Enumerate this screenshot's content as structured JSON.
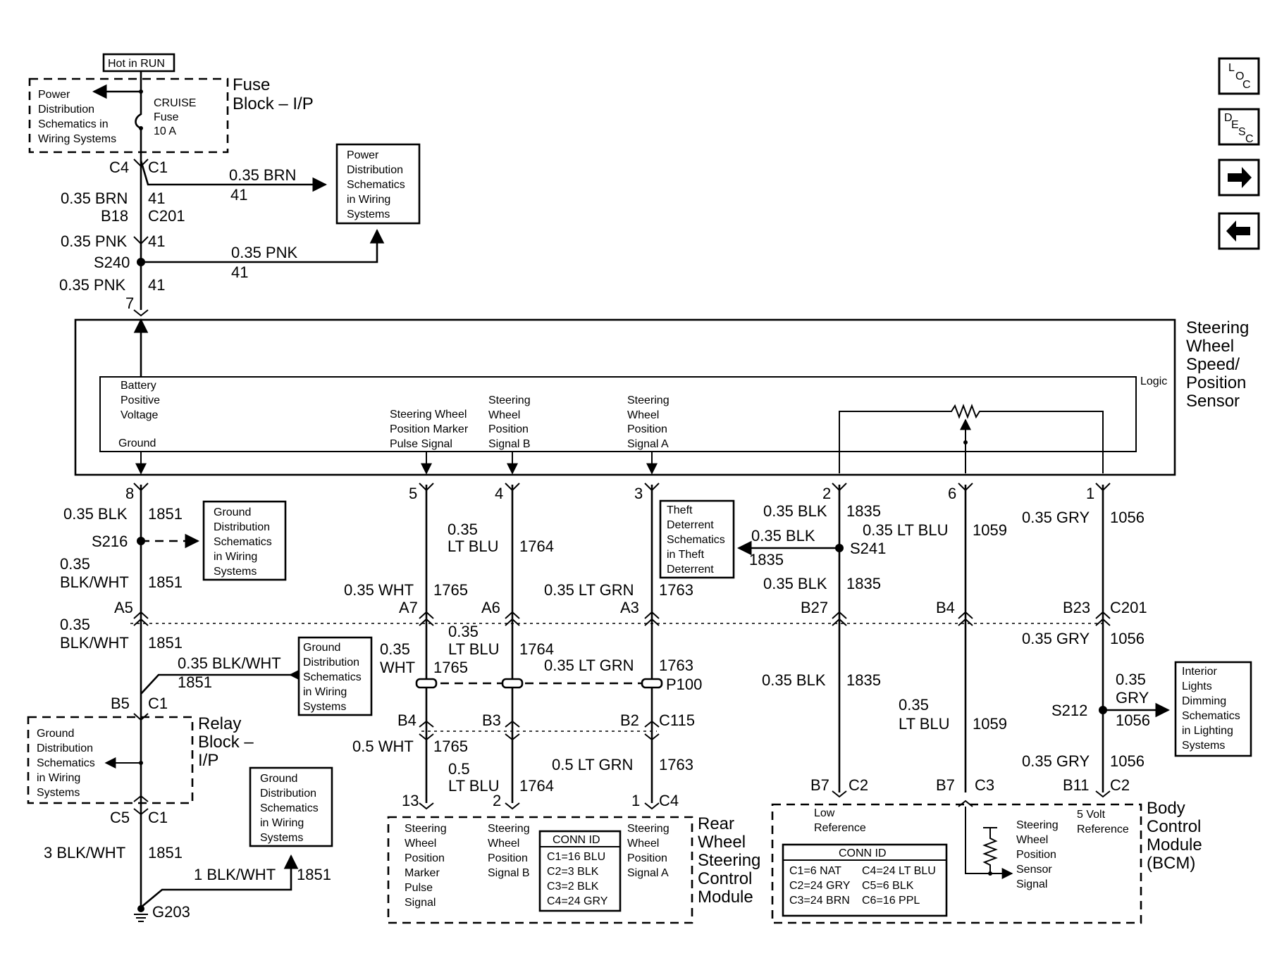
{
  "header": {
    "hot_in_run": "Hot in RUN",
    "fuse_block": [
      "Fuse",
      "Block – I/P"
    ],
    "pds_left": [
      "Power",
      "Distribution",
      "Schematics in",
      "Wiring Systems"
    ],
    "cruise_fuse": [
      "CRUISE",
      "Fuse",
      "10 A"
    ],
    "pds_right": [
      "Power",
      "Distribution",
      "Schematics",
      "in Wiring",
      "Systems"
    ]
  },
  "power_feed": {
    "c4": "C4",
    "c1": "C1",
    "brn_branch_wire": "0.35 BRN",
    "brn_branch_circuit": "41",
    "brn_wire": "0.35 BRN",
    "brn_circuit": "41",
    "b18": "B18",
    "c201": "C201",
    "pnk_wire_1": "0.35 PNK",
    "pnk_circuit_1": "41",
    "s240": "S240",
    "pnk_branch_wire": "0.35 PNK",
    "pnk_branch_circuit": "41",
    "pnk_wire_2": "0.35 PNK",
    "pnk_circuit_2": "41",
    "pin7": "7"
  },
  "sensor": {
    "name": [
      "Steering",
      "Wheel",
      "Speed/",
      "Position",
      "Sensor"
    ],
    "logic": "Logic",
    "battery": [
      "Battery",
      "Positive",
      "Voltage"
    ],
    "ground": "Ground",
    "marker": [
      "Steering Wheel",
      "Position Marker",
      "Pulse Signal"
    ],
    "signal_b": [
      "Steering",
      "Wheel",
      "Position",
      "Signal B"
    ],
    "signal_a": [
      "Steering",
      "Wheel",
      "Position",
      "Signal A"
    ],
    "pins": [
      "8",
      "5",
      "4",
      "3",
      "2",
      "6",
      "1"
    ]
  },
  "ground_circuit": {
    "blk_wire": "0.35 BLK",
    "blk_circuit": "1851",
    "s216": "S216",
    "gds_1": [
      "Ground",
      "Distribution",
      "Schematics",
      "in Wiring",
      "Systems"
    ],
    "bw_wire_1": [
      "0.35",
      "BLK/WHT"
    ],
    "bw_circuit_1": "1851",
    "a5": "A5",
    "bw_wire_2": [
      "0.35",
      "BLK/WHT"
    ],
    "bw_circuit_2": "1851",
    "bw_branch_wire": "0.35 BLK/WHT",
    "bw_branch_circuit": "1851",
    "gds_2": [
      "Ground",
      "Distribution",
      "Schematics",
      "in Wiring",
      "Systems"
    ],
    "b5": "B5",
    "c1": "C1",
    "relay_block": [
      "Relay",
      "Block –",
      "I/P"
    ],
    "gds_3": [
      "Ground",
      "Distribution",
      "Schematics",
      "in Wiring",
      "Systems"
    ],
    "c5": "C5",
    "c1b": "C1",
    "bw3_wire": "3 BLK/WHT",
    "bw3_circuit": "1851",
    "gds_4": [
      "Ground",
      "Distribution",
      "Schematics",
      "in Wiring",
      "Systems"
    ],
    "bw1_wire": "1 BLK/WHT",
    "bw1_circuit": "1851",
    "g203": "G203"
  },
  "signal_wires": {
    "marker_wire_1": "0.35 WHT",
    "marker_circuit_1": "1765",
    "a7": "A7",
    "marker_wire_2": [
      "0.35",
      "WHT"
    ],
    "marker_circuit_2": "1765",
    "b4": "B4",
    "marker_wire_3": "0.5 WHT",
    "marker_circuit_3": "1765",
    "pin13": "13",
    "sigb_wire_1": [
      "0.35",
      "LT BLU"
    ],
    "sigb_circuit_1": "1764",
    "a6": "A6",
    "sigb_wire_2": [
      "0.35",
      "LT BLU"
    ],
    "sigb_circuit_2": "1764",
    "b3": "B3",
    "sigb_wire_3": [
      "0.5",
      "LT BLU"
    ],
    "sigb_circuit_3": "1764",
    "pin2": "2",
    "siga_wire_1": "0.35 LT GRN",
    "siga_circuit_1": "1763",
    "a3": "A3",
    "siga_wire_2": "0.35 LT GRN",
    "siga_circuit_2": "1763",
    "p100": "P100",
    "b2": "B2",
    "c115": "C115",
    "siga_wire_3": "0.5 LT GRN",
    "siga_circuit_3": "1763",
    "pin1": "1",
    "c4": "C4"
  },
  "reference_wires": {
    "theft": [
      "Theft",
      "Deterrent",
      "Schematics",
      "in Theft",
      "Deterrent"
    ],
    "blk_wire_1": "0.35 BLK",
    "blk_circuit_1": "1835",
    "blk_branch_wire": "0.35 BLK",
    "blk_branch_circuit": "1835",
    "s241": "S241",
    "blk_wire_2": "0.35 BLK",
    "blk_circuit_2": "1835",
    "b27": "B27",
    "blk_wire_3": "0.35 BLK",
    "blk_circuit_3": "1835",
    "b7": "B7",
    "c2": "C2",
    "ltblu_wire_1": "0.35 LT BLU",
    "ltblu_circuit_1": "1059",
    "b4": "B4",
    "ltblu_wire_2": [
      "0.35",
      "LT BLU"
    ],
    "ltblu_circuit_2": "1059",
    "b7b": "B7",
    "c3": "C3",
    "gry_wire_1": "0.35 GRY",
    "gry_circuit_1": "1056",
    "b23": "B23",
    "c201": "C201",
    "gry_wire_2": "0.35 GRY",
    "gry_circuit_2": "1056",
    "s212": "S212",
    "gry_branch_wire": [
      "0.35",
      "GRY"
    ],
    "gry_branch_circuit": "1056",
    "interior": [
      "Interior",
      "Lights",
      "Dimming",
      "Schematics",
      "in Lighting",
      "Systems"
    ],
    "gry_wire_3": "0.35 GRY",
    "gry_circuit_3": "1056",
    "b11": "B11",
    "c2b": "C2"
  },
  "rwsc_module": {
    "name": [
      "Rear",
      "Wheel",
      "Steering",
      "Control",
      "Module"
    ],
    "marker": [
      "Steering",
      "Wheel",
      "Position",
      "Marker",
      "Pulse",
      "Signal"
    ],
    "signal_b": [
      "Steering",
      "Wheel",
      "Position",
      "Signal B"
    ],
    "signal_a": [
      "Steering",
      "Wheel",
      "Position",
      "Signal A"
    ],
    "conn_title": "CONN ID",
    "conn": [
      "C1=16 BLU",
      "C2=3 BLK",
      "C3=2 BLK",
      "C4=24 GRY"
    ]
  },
  "bcm": {
    "name": [
      "Body",
      "Control",
      "Module",
      "(BCM)"
    ],
    "low_ref": [
      "Low",
      "Reference"
    ],
    "five_volt": [
      "5 Volt",
      "Reference"
    ],
    "sensor_signal": [
      "Steering",
      "Wheel",
      "Position",
      "Sensor",
      "Signal"
    ],
    "conn_title": "CONN ID",
    "conn_left": [
      "C1=6 NAT",
      "C2=24 GRY",
      "C3=24 BRN"
    ],
    "conn_right": [
      "C4=24 LT BLU",
      "C5=6 BLK",
      "C6=16 PPL"
    ]
  },
  "nav": {
    "loc": [
      "L",
      "O",
      "C"
    ],
    "desc": [
      "D",
      "E",
      "S",
      "C"
    ],
    "forward_icon": "arrow-right-icon",
    "back_icon": "arrow-left-icon"
  }
}
